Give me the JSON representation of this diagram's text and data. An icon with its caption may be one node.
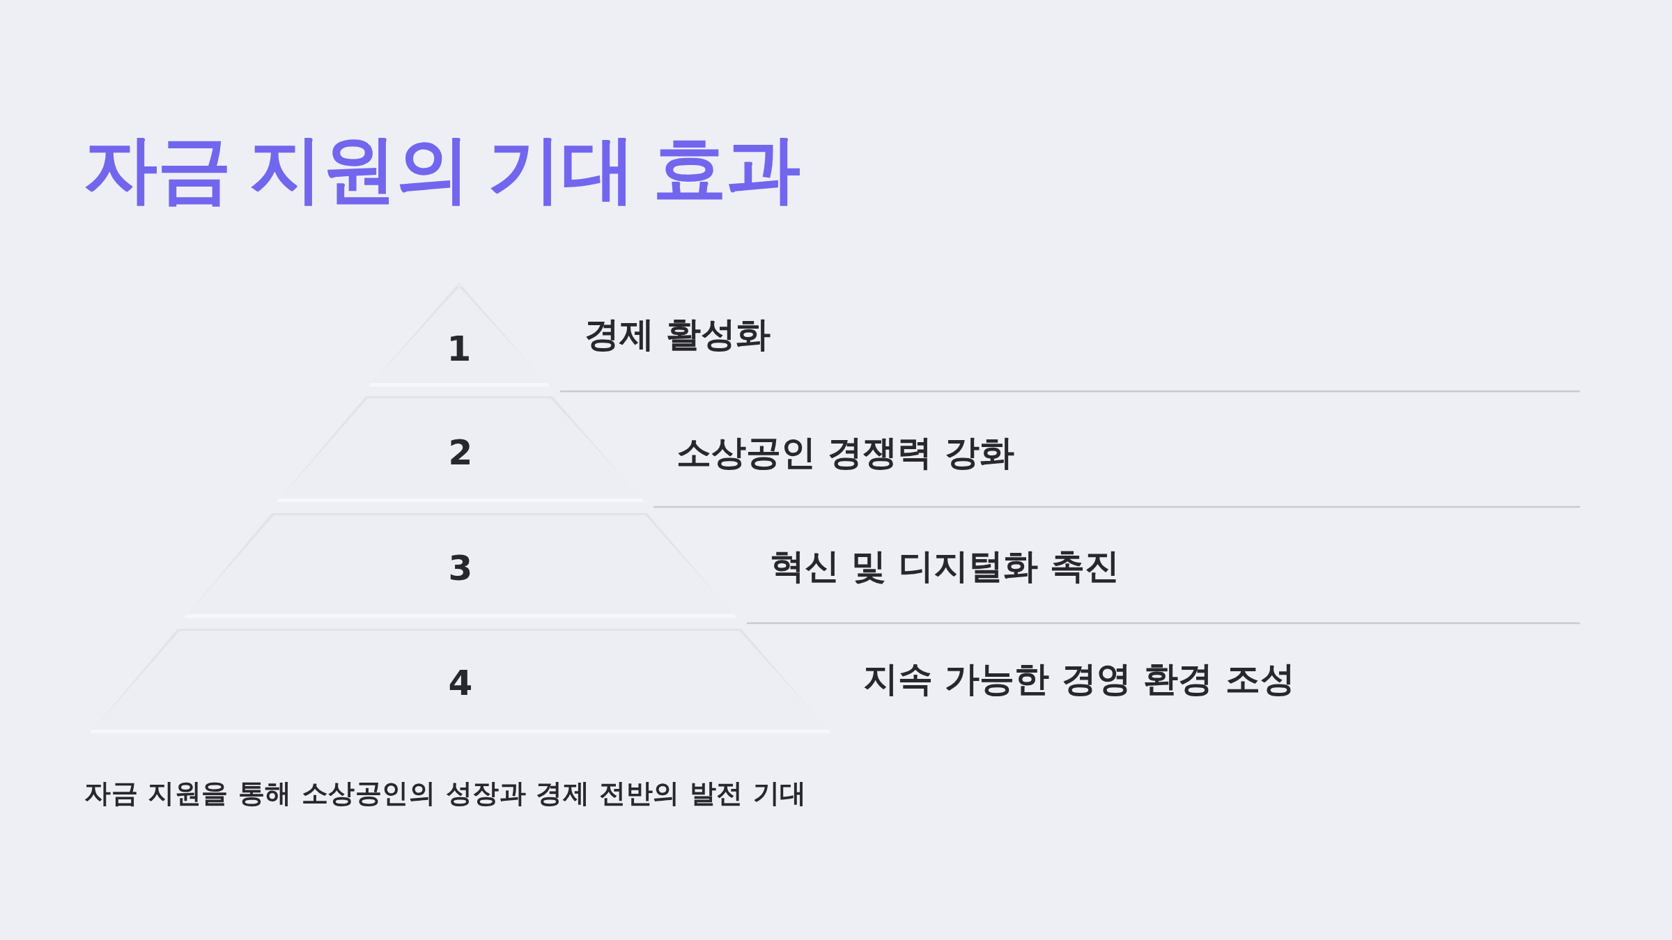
{
  "diagram": {
    "title": "자금 지원의 기대 효과",
    "nodes": [
      {
        "text": [
          "1"
        ],
        "beside": [
          "경제 활성화"
        ]
      },
      {
        "text": [
          "2"
        ],
        "beside": [
          "소상공인 경쟁력 강화"
        ]
      },
      {
        "text": [
          "3"
        ],
        "beside": [
          "혁신 및 디지털화 촉진"
        ]
      },
      {
        "text": [
          "4"
        ],
        "beside": [
          "지속 가능한 경영 환경 조성"
        ]
      }
    ],
    "caption": "자금 지원을 통해 소상공인의 성장과 경제 전반의 발전 기대"
  }
}
